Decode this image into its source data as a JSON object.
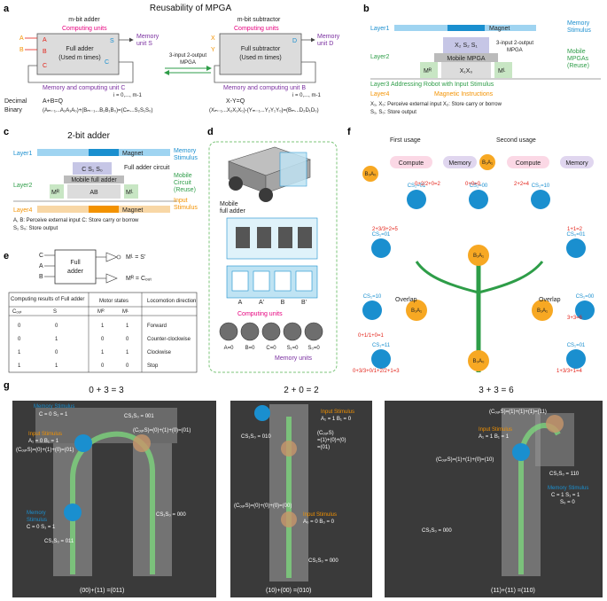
{
  "panel_a": {
    "letter": "a",
    "title": "Reusability of MPGA",
    "adder": {
      "heading": "m-bit adder",
      "computing": "Computing units",
      "box_line1": "Full adder",
      "box_line2": "(Used m times)",
      "in_a": "A",
      "in_b": "B",
      "in_c": "C",
      "sub_a": "i",
      "sub_b": "i",
      "sub_c": "in",
      "out_s": "S",
      "out_c": "C",
      "out_c_sub": "out",
      "memory_unit": "Memory",
      "memory_unit2": "unit S",
      "memory_bottom": "Memory and computing unit C",
      "index": "i = 0,..., m-1",
      "decimal_label": "Decimal",
      "decimal_eq": "A+B=Q",
      "binary_label": "Binary",
      "binary_eq": "(Aₘ₋₁...A₂A₁A₀)+(Bₘ₋₁...B₂B₁B₀)=(Cₘ...S₂S₁S₀)"
    },
    "middle": "3-input 2-output MPGA",
    "subtractor": {
      "heading": "m-bit subtractor",
      "computing": "Computing units",
      "box_line1": "Full subtractor",
      "box_line2": "(Used m times)",
      "in_x": "X",
      "in_y": "Y",
      "in_b": "B",
      "out_d": "D",
      "out_b": "B",
      "memory_unit": "Memory",
      "memory_unit2": "unit D",
      "memory_bottom": "Memory and computing unit B",
      "index": "i = 0,..., m-1",
      "decimal_eq": "X-Y=Q",
      "binary_eq": "(Xₘ₋₁...X₂X₁X₀)-(Yₘ₋₁...Y₂Y₁Y₀)=(Bₘ...D₂D₁D₀)"
    }
  },
  "panel_b": {
    "letter": "b",
    "layer1": "Layer1",
    "magnet": "Magnet",
    "memory_stim": "Memory",
    "memory_stim2": "Stimulus",
    "layer2": "Layer2",
    "xs": "X₂ S₂ S₁",
    "mpga_label": "3-input 2-output",
    "mpga_label2": "MPGA",
    "mobile_mpga": "Mobile MPGA",
    "mr": "Mᴿ",
    "ml": "Mᴸ",
    "x1x0": "X₁X₀",
    "mobile_right": "Mobile",
    "mobile_right2": "MPGAs",
    "mobile_right3": "(Reuse)",
    "layer3": "Layer3  Addressing Robot with Input Stimulus",
    "layer4": "Layer4",
    "magnetic": "Magnetic Instructions",
    "note1": "X₁, X₀: Perceive external input    X₂: Store carry or borrow",
    "note2": "S₁, S₀: Store output"
  },
  "panel_c": {
    "letter": "c",
    "title": "2-bit adder",
    "layer1": "Layer1",
    "magnet": "Magnet",
    "memory": "Memory",
    "memory2": "Stimulus",
    "layer2": "Layer2",
    "cs": "C S₁ S₀",
    "fa_circuit": "Full adder circuit",
    "mobile_fa": "Mobile full adder",
    "ab": "AB",
    "mr": "Mᴿ",
    "ml": "Mᴸ",
    "mobile": "Mobile",
    "circuit": "Circuit",
    "reuse": "(Reuse)",
    "input": "Input",
    "stimulus": "Stimulus",
    "layer4": "Layer4",
    "magnet2": "Magnet",
    "note1": "A, B: Perceive external input   C: Store carry or borrow",
    "note2": "S₁ S₀: Store output"
  },
  "panel_d": {
    "letter": "d",
    "mobile_fa": "Mobile",
    "mobile_fa2": "full adder",
    "computing_units": "Computing units",
    "memory_units": "Memory units",
    "circles": [
      "A=0",
      "B=0",
      "C=0",
      "S₁=0",
      "S₀=0"
    ],
    "slots": [
      "A",
      "A'",
      "B",
      "B'"
    ]
  },
  "panel_e": {
    "letter": "e",
    "fa_line1": "Full",
    "fa_line2": "adder",
    "mr_eq": "Mᴿ = Cₒᵤₜ",
    "ml_eq": "Mᴸ = S'",
    "header": [
      "Computing results of Full adder",
      "Motor states",
      "Locomotion direction"
    ],
    "subheader": [
      "Cₒᵤₜ",
      "S",
      "Mᴿ",
      "Mᴸ",
      ""
    ],
    "rows": [
      [
        "0",
        "0",
        "1",
        "1",
        "Forward"
      ],
      [
        "0",
        "1",
        "0",
        "0",
        "Counter-clockwise"
      ],
      [
        "1",
        "0",
        "1",
        "1",
        "Clockwise"
      ],
      [
        "1",
        "1",
        "0",
        "0",
        "Stop"
      ]
    ]
  },
  "panel_f": {
    "letter": "f",
    "first": "First usage",
    "second": "Second usage",
    "compute": "Compute",
    "memory": "Memory",
    "nodes": [
      "B₀A₀",
      "B₁A₁"
    ],
    "labels_red": [
      "0+0=0",
      "0+2/2+0=2",
      "2+2=4",
      "2+3/3+2=5",
      "1+1=2",
      "3+3=6",
      "0+1/1+0=1",
      "0+3/3+0/1+2/2+1=3",
      "1+3/3+1=4"
    ],
    "labels_blue": [
      "CS₁=00",
      "CS₁=01",
      "CS₁=10",
      "CS₁=01",
      "CS₀=01",
      "CS₁=10",
      "CS₁=00",
      "CS₁=11",
      "CS₁=01",
      "CS₁=10"
    ],
    "overlap": "Overlap"
  },
  "panel_g": {
    "letter": "g",
    "titles": [
      "0 + 3 = 3",
      "2 + 0 = 2",
      "3 + 3 = 6"
    ],
    "p1": {
      "mem1": "Memory Stimulus",
      "mem1b": "C = 0 S₁ = 1",
      "cs1": "CS₁S₀ = 001",
      "inp": "Input Stimulus",
      "inpb": "A₁ = 0 B₁ = 1",
      "eq1": "(CₒᵤₜS)=(0)+(1)+(0)=(01)",
      "eq2": "(CₒᵤₜS)=(0)+(1)+(0)=(01)",
      "inp2": "Input Stimulus",
      "inp2b": "A₀ = 0 B₀ = 1",
      "mem2": "Memory",
      "mem2b": "Stimulus",
      "mem2c": "C = 0 S₁ = 1",
      "cs2": "CS₁S₀ = 011",
      "cs3": "CS₁S₀ = 000",
      "foot": "(00)+(11) =(011)"
    },
    "p2": {
      "cs1": "CS₁S₀ = 010",
      "inp": "Input Stimulus",
      "inpb": "A₁ = 1 B₁ = 0",
      "eq1": "(CₒᵤₜS)",
      "eq1b": "=(1)+(0)+(0)",
      "eq1c": "=(01)",
      "eq2": "(CₒᵤₜS)=(0)+(0)+(0)=(00)",
      "inp2": "Input Stimulus",
      "inp2b": "A₀ = 0 B₀ = 0",
      "cs2": "CS₁S₀ = 000",
      "foot": "(10)+(00) =(010)"
    },
    "p3": {
      "eq1": "(CₒᵤₜS)=(1)+(1)+(1)=(11)",
      "inp": "Input Stimulus",
      "inpb": "A₁ = 1 B₁ = 1",
      "eq2": "(CₒᵤₜS)=(1)+(1)+(0)=(10)",
      "cs1": "CS₁S₀ = 110",
      "mem": "Memory Stimulus",
      "memb": "C = 1 S₁ = 1",
      "memc": "S₀ = 0",
      "cs2": "CS₁S₀ = 000",
      "foot": "(11)+(11) =(110)"
    }
  },
  "colors": {
    "pink": "#e6007e",
    "blue": "#1a8fcf",
    "purple": "#7a2fa0",
    "orange": "#f39200",
    "green": "#2e9d48",
    "red": "#e3241b"
  }
}
